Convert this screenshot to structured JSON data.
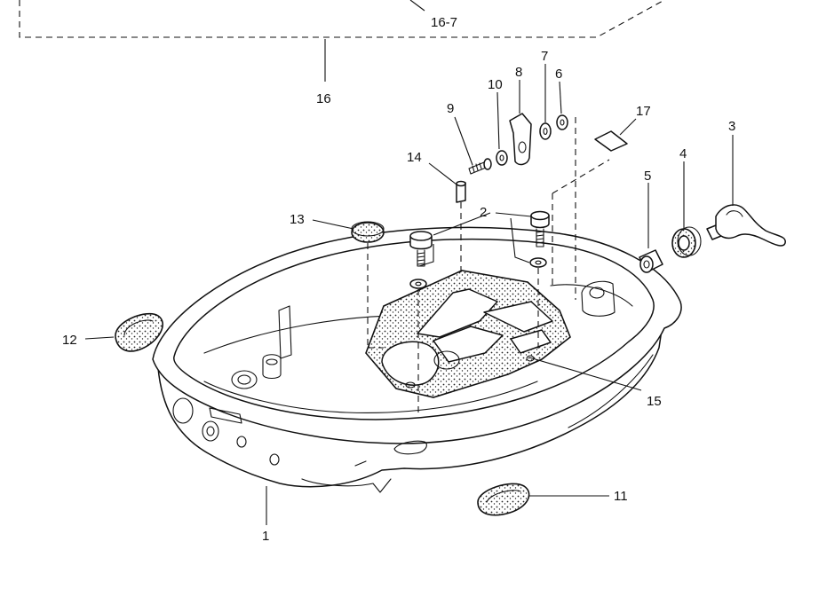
{
  "callouts": [
    {
      "id": "1",
      "label": "1"
    },
    {
      "id": "2",
      "label": "2"
    },
    {
      "id": "3",
      "label": "3"
    },
    {
      "id": "4",
      "label": "4"
    },
    {
      "id": "5",
      "label": "5"
    },
    {
      "id": "6",
      "label": "6"
    },
    {
      "id": "7",
      "label": "7"
    },
    {
      "id": "8",
      "label": "8"
    },
    {
      "id": "9",
      "label": "9"
    },
    {
      "id": "10",
      "label": "10"
    },
    {
      "id": "11",
      "label": "11"
    },
    {
      "id": "12",
      "label": "12"
    },
    {
      "id": "13",
      "label": "13"
    },
    {
      "id": "14",
      "label": "14"
    },
    {
      "id": "15",
      "label": "15"
    },
    {
      "id": "16",
      "label": "16"
    },
    {
      "id": "16-7",
      "label": "16-7"
    },
    {
      "id": "17",
      "label": "17"
    }
  ]
}
